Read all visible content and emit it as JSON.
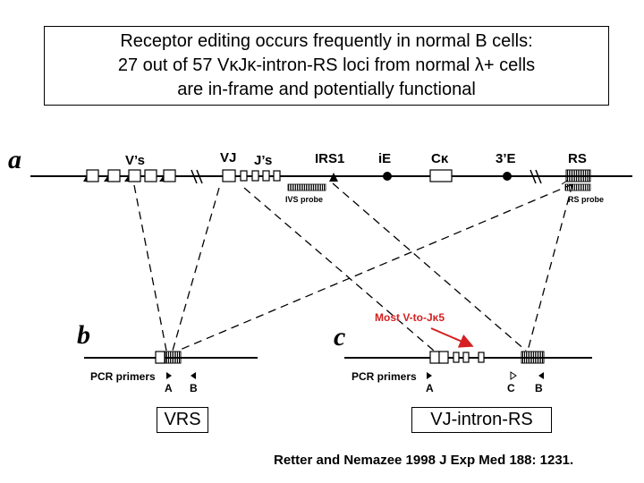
{
  "title": {
    "line1": "Receptor editing occurs frequently in normal B cells:",
    "line2": "27 out of 57 VκJκ-intron-RS loci from normal λ+ cells",
    "line3": "are in-frame and potentially functional"
  },
  "panels": {
    "a": "a",
    "b": "b",
    "c": "c"
  },
  "locus": {
    "vs": "V’s",
    "vj": "VJ",
    "js": "J’s",
    "irs1": "IRS1",
    "ie": "iE",
    "ck": "Cκ",
    "three_e": "3’E",
    "rs": "RS",
    "ivs_probe": "IVS probe",
    "rs_probe": "RS probe"
  },
  "panel_b": {
    "pcr_label": "PCR primers",
    "primer_a": "A",
    "primer_b": "B",
    "product": "VRS"
  },
  "panel_c": {
    "annotation": "Most V-to-Jκ5",
    "annotation_color": "#d42020",
    "pcr_label": "PCR primers",
    "primer_a": "A",
    "primer_c": "C",
    "primer_b": "B",
    "product": "VJ-intron-RS"
  },
  "citation": "Retter and Nemazee 1998 J Exp Med 188: 1231."
}
